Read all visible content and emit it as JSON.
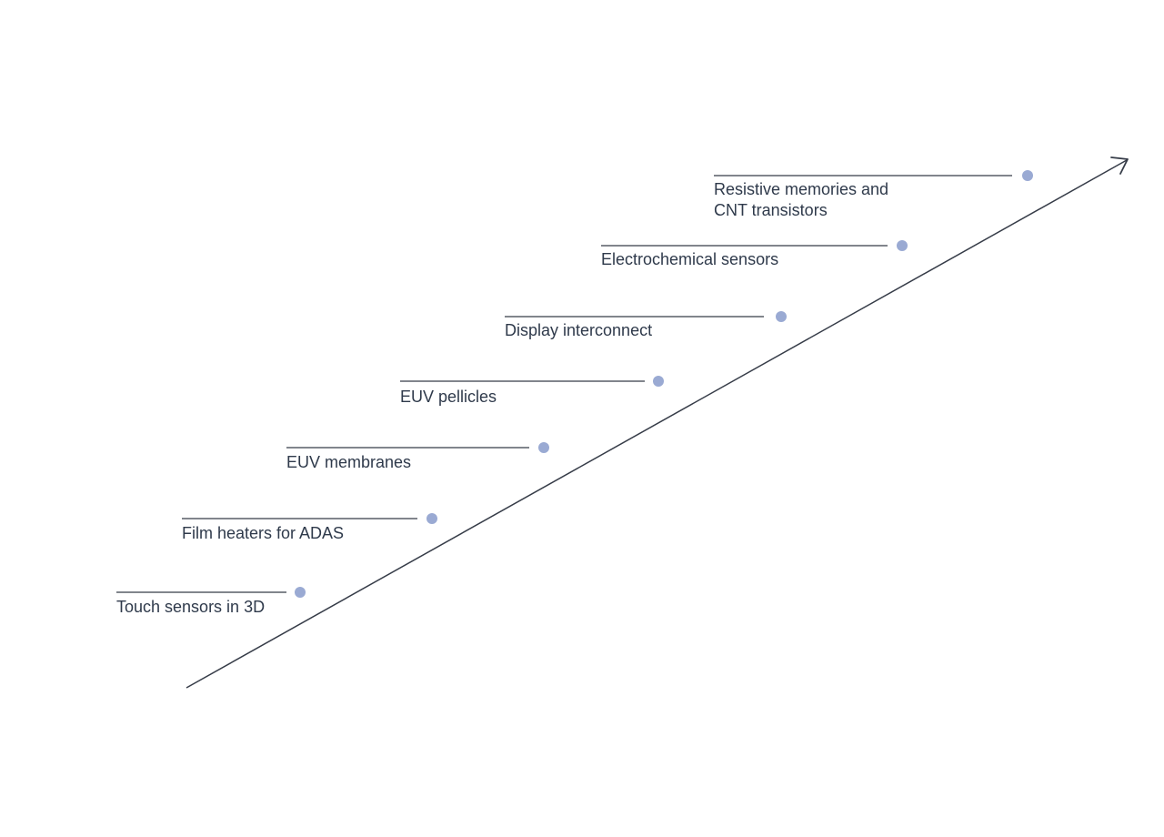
{
  "colors": {
    "line": "#363c48",
    "dot": "#9aaad3",
    "text": "#2f3a4b"
  },
  "milestones": [
    {
      "lines": [
        "Touch sensors in 3D"
      ]
    },
    {
      "lines": [
        "Film heaters for ADAS"
      ]
    },
    {
      "lines": [
        "EUV membranes"
      ]
    },
    {
      "lines": [
        "EUV pellicles"
      ]
    },
    {
      "lines": [
        "Display interconnect"
      ]
    },
    {
      "lines": [
        "Electrochemical sensors"
      ]
    },
    {
      "lines": [
        "Resistive memories and",
        "CNT transistors"
      ]
    }
  ]
}
